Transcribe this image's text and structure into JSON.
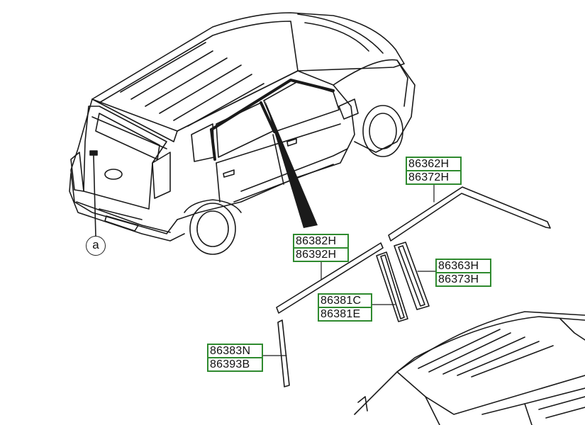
{
  "callout": {
    "letter": "a"
  },
  "labels": {
    "roof_rear_a": "86362H",
    "roof_rear_b": "86372H",
    "roof_front_a": "86382H",
    "roof_front_b": "86392H",
    "pillar_mid_a": "86363H",
    "pillar_mid_b": "86373H",
    "pillar_center_a": "86381C",
    "pillar_center_b": "86381E",
    "pillar_front_a": "86383N",
    "pillar_front_b": "86393B"
  },
  "colors": {
    "label_border": "#2f8a2f",
    "line": "#1a1a1a"
  }
}
